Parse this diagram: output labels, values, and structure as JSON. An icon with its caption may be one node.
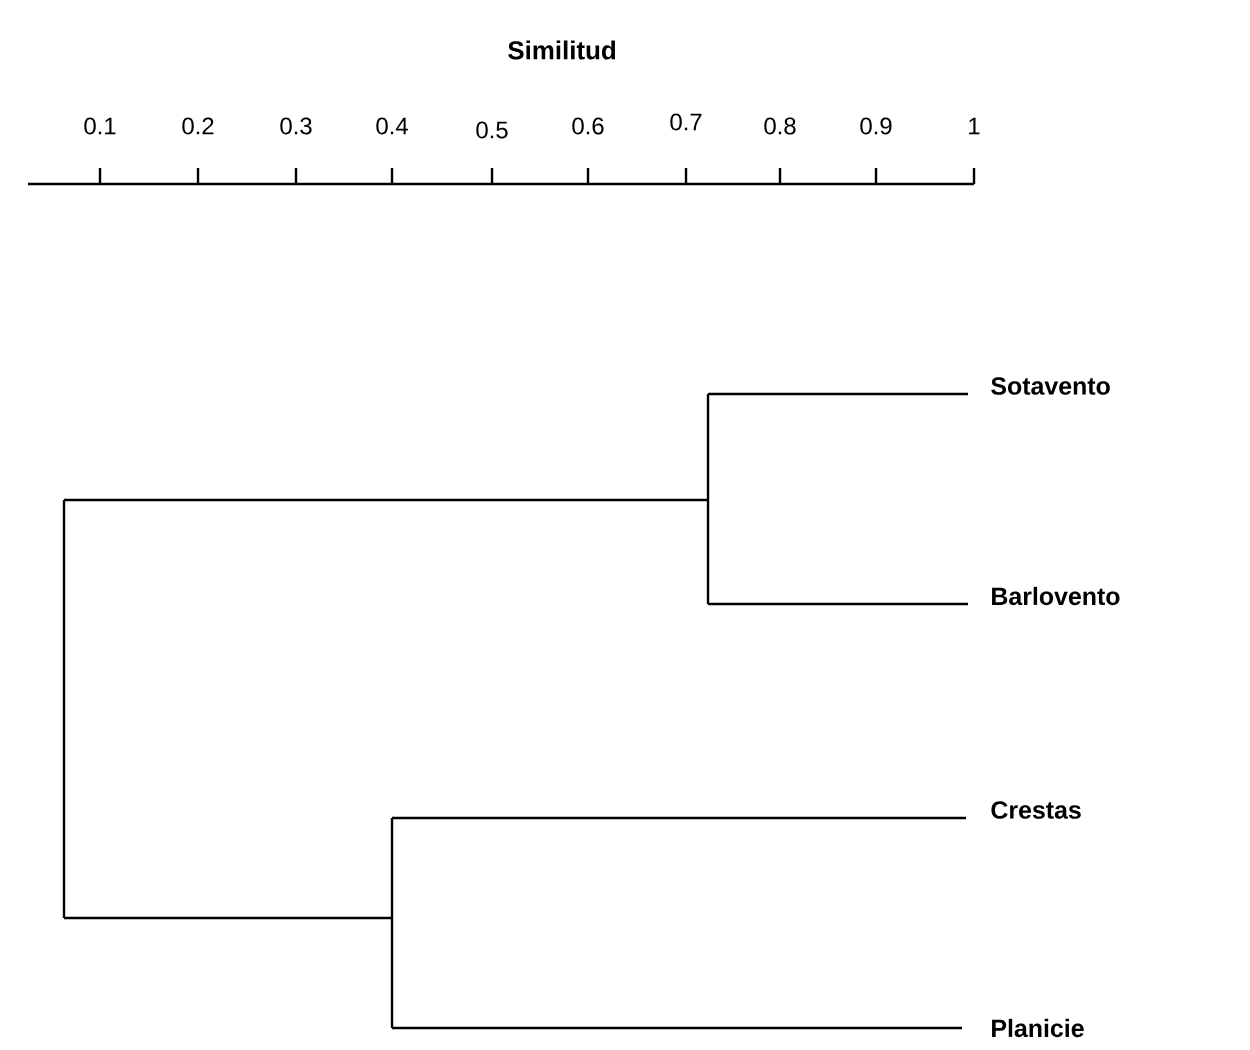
{
  "diagram": {
    "title": "Similitud",
    "nodes": [
      {
        "text": [
          "Sotavento"
        ]
      },
      {
        "text": [
          "Barlovento"
        ]
      },
      {
        "text": [
          "Crestas"
        ]
      },
      {
        "text": [
          "Planicie"
        ]
      }
    ],
    "labels": [
      "0.1",
      "0.2",
      "0.3",
      "0.4",
      "0.5",
      "0.6",
      "0.7",
      "0.8",
      "0.9",
      "1"
    ]
  }
}
